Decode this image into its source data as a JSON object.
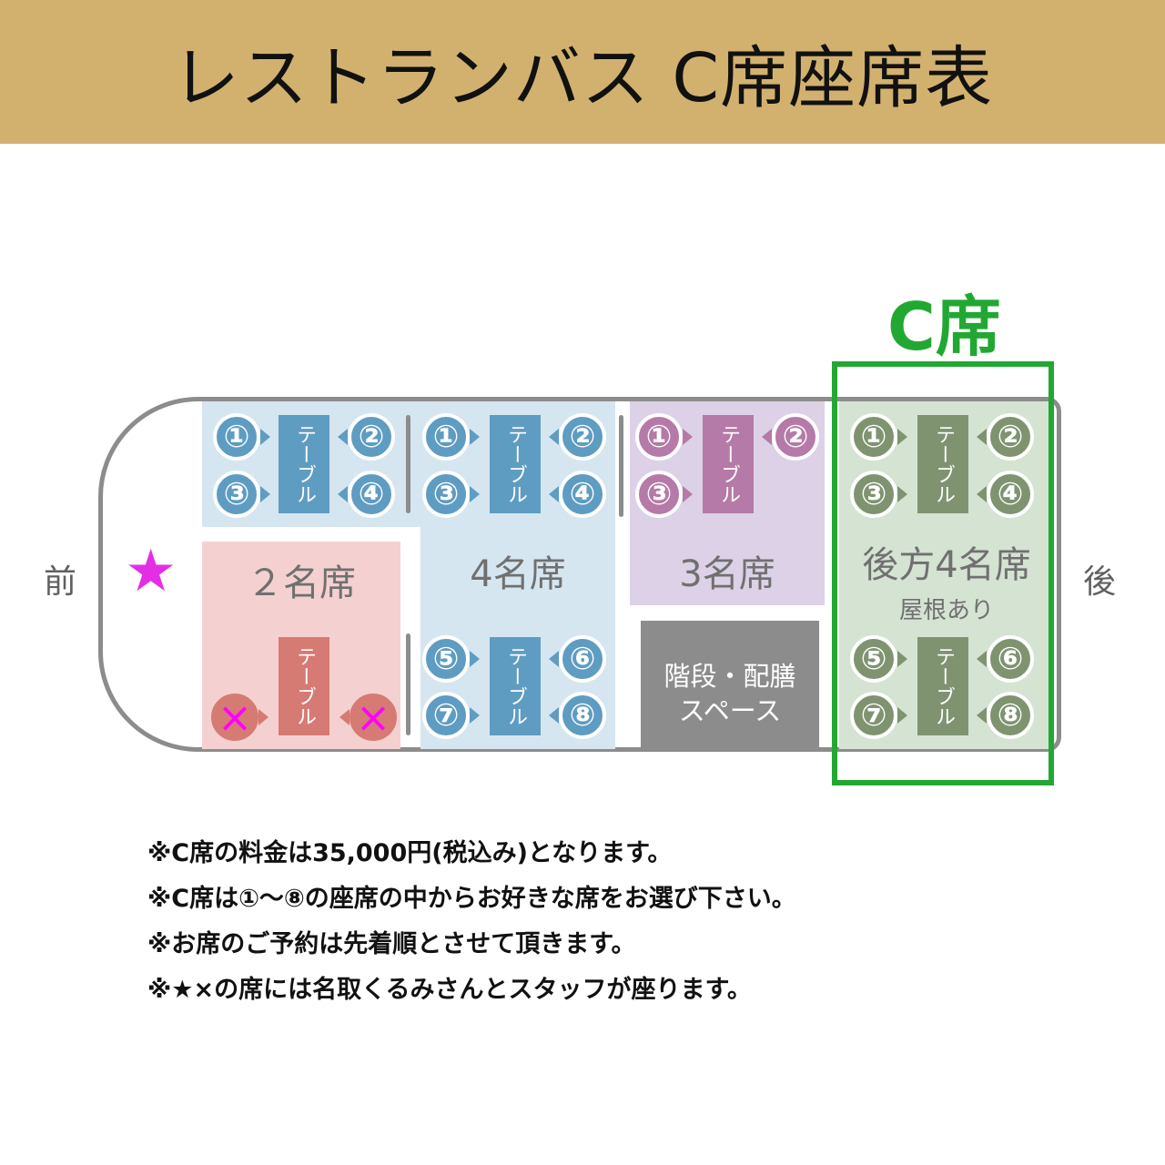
{
  "header": {
    "title": "レストランバス C席座席表"
  },
  "c_seat_label": "C席",
  "direction": {
    "front": "前",
    "back": "後"
  },
  "front_marker": "★",
  "table_label": "テーブル",
  "zones": {
    "two_seat": {
      "label": "２名席",
      "seats": [
        "×",
        "×"
      ]
    },
    "four_seat": {
      "label": "4名席",
      "upper_left_seats": [
        "①",
        "②",
        "③",
        "④"
      ],
      "upper_right_seats": [
        "①",
        "②",
        "③",
        "④"
      ],
      "lower_seats": [
        "⑤",
        "⑥",
        "⑦",
        "⑧"
      ]
    },
    "three_seat": {
      "label": "3名席",
      "seats": [
        "①",
        "②",
        "③"
      ]
    },
    "stairs": {
      "line1": "階段・配膳",
      "line2": "スペース"
    },
    "rear_four_seat": {
      "label": "後方4名席",
      "sublabel": "屋根あり",
      "seats": [
        "①",
        "②",
        "③",
        "④",
        "⑤",
        "⑥",
        "⑦",
        "⑧"
      ]
    }
  },
  "colors": {
    "header_bg": "#d2b16f",
    "c_seat_accent": "#22a832",
    "blue_zone": "#5f9cc2",
    "purple_zone": "#b57aa7",
    "green_zone": "#7f9371",
    "pink_zone": "#d67a74",
    "star": "#e32ee6"
  },
  "notes": [
    "※C席の料金は35,000円(税込み)となります。",
    "※C席は①〜⑧の座席の中からお好きな席をお選び下さい。",
    "※お席のご予約は先着順とさせて頂きます。",
    "※★×の席には名取くるみさんとスタッフが座ります。"
  ]
}
